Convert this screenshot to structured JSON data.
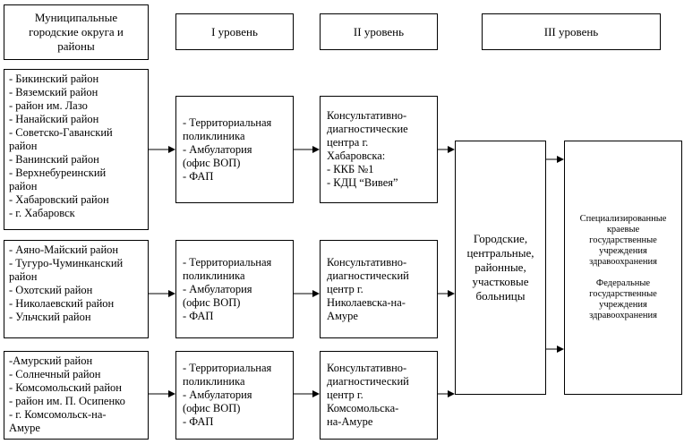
{
  "headers": {
    "municipal": "Муниципальные городские округа и районы",
    "level1": "I уровень",
    "level2": "II уровень",
    "level3": "III уровень"
  },
  "districts": {
    "group1": [
      "- Бикинский район",
      "- Вяземский район",
      "- район им. Лазо",
      "- Нанайский район",
      "- Советско-Гаванский",
      "район",
      "- Ванинский район",
      "- Верхнебуреинский",
      "район",
      "- Хабаровский район",
      "- г. Хабаровск"
    ],
    "group2": [
      "- Аяно-Майский район",
      "- Тугуро-Чуминканский",
      "район",
      "- Охотский район",
      "- Николаевский район",
      "- Ульчский район"
    ],
    "group3": [
      "-Амурский район",
      "- Солнечный район",
      "- Комсомольский район",
      "- район им. П. Осипенко",
      "- г. Комсомольск-на-",
      "Амуре"
    ]
  },
  "level1": {
    "lines": [
      "- Территориальная",
      "поликлиника",
      "- Амбулатория",
      "(офис ВОП)",
      "- ФАП"
    ]
  },
  "level2": {
    "khabarovsk": [
      "Консультативно-",
      "диагностические",
      "центра г.",
      "Хабаровска:",
      "- ККБ №1",
      "- КДЦ “Вивея”"
    ],
    "nikolaevsk": [
      "Консультативно-",
      "диагностический",
      "центр г.",
      "Николаевска-на-",
      "Амуре"
    ],
    "komsomolsk": [
      "Консультативно-",
      "диагностический",
      "центр г.",
      "Комсомольска-",
      "на-Амуре"
    ]
  },
  "hospitals": {
    "lines": [
      "Городские,",
      "центральные,",
      "районные,",
      "участковые",
      "больницы"
    ]
  },
  "level3": {
    "regional": [
      "Специализированные",
      "краевые",
      "государственные",
      "учреждения",
      "здравоохранения"
    ],
    "federal": [
      "Федеральные",
      "государственные",
      "учреждения",
      "здравоохранения"
    ]
  }
}
